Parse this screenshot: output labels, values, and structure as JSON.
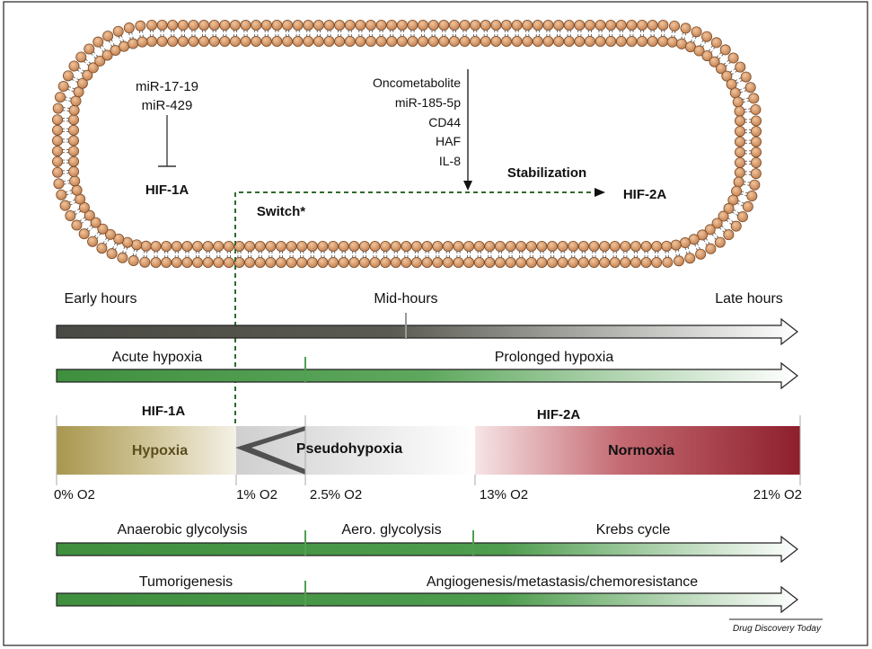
{
  "cell": {
    "inhibitors": [
      "miR-17-19",
      "miR-429"
    ],
    "hif1a": "HIF-1A",
    "stabilizers": [
      "Oncometabolite",
      "miR-185-5p",
      "CD44",
      "HAF",
      "IL-8"
    ],
    "stabilization": "Stabilization",
    "hif2a": "HIF-2A",
    "switch": "Switch*"
  },
  "timeline": {
    "early": "Early hours",
    "mid": "Mid-hours",
    "late": "Late hours"
  },
  "hypoxia_bar": {
    "acute": "Acute hypoxia",
    "prolonged": "Prolonged hypoxia"
  },
  "oxygen": {
    "hif1a": "HIF-1A",
    "hif2a": "HIF-2A",
    "hypoxia": "Hypoxia",
    "pseudohypoxia": "Pseudohypoxia",
    "normoxia": "Normoxia",
    "ticks": [
      "0% O2",
      "1% O2",
      "2.5% O2",
      "13% O2",
      "21% O2"
    ]
  },
  "metabolism": {
    "anaerobic": "Anaerobic glycolysis",
    "aerobic": "Aero. glycolysis",
    "krebs": "Krebs cycle"
  },
  "outcomes": {
    "tumorigenesis": "Tumorigenesis",
    "angio": "Angiogenesis/metastasis/chemoresistance"
  },
  "credit": "Drug Discovery Today",
  "colors": {
    "membrane": "#d99a6c",
    "green": "#3f8f3f",
    "dark_bar": "#4a4a44",
    "hypoxia": "#a8974f",
    "normoxia": "#a02a38"
  }
}
